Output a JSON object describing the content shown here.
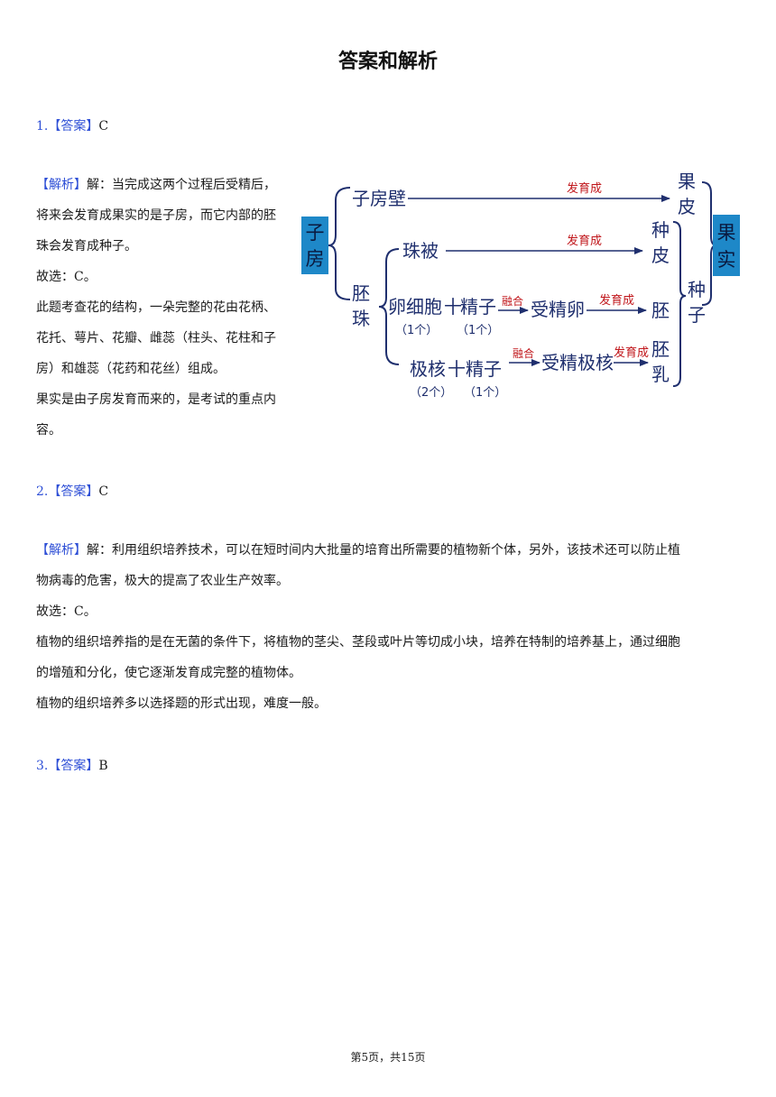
{
  "page": {
    "title": "答案和解析",
    "footer": "第5页，共15页"
  },
  "colors": {
    "label_blue": "#2e4fd6",
    "diagram_navy": "#1f2f6e",
    "diagram_red": "#c0161b",
    "diagram_accent": "#1e88c8"
  },
  "q1": {
    "number": "1.",
    "answer_tag": "【答案】",
    "answer": "C",
    "analysis_tag": "【解析】",
    "lines": [
      "解：当完成这两个过程后受精后，",
      "将来会发育成果实的是子房，而它内部的胚",
      "珠会发育成种子。",
      "故选：C。",
      "此题考查花的结构，一朵完整的花由花柄、",
      "花托、萼片、花瓣、雌蕊（柱头、花柱和子",
      "房）和雄蕊（花药和花丝）组成。",
      "果实是由子房发育而来的，是考试的重点内",
      "容。"
    ]
  },
  "diagram": {
    "zifang": [
      "子",
      "房"
    ],
    "zifangbi": "子房壁",
    "fayucheng": "发育成",
    "ronghe": "融合",
    "guopi": [
      "果",
      "皮"
    ],
    "guoshi": [
      "果",
      "实"
    ],
    "peizhu": [
      "胚",
      "珠"
    ],
    "zhubei": "珠被",
    "zhongpi": [
      "种",
      "皮"
    ],
    "zhongzi": [
      "种",
      "子"
    ],
    "luanxibao": "卵细胞",
    "plus": "十",
    "jingzi": "精子",
    "count_1": "（1个）",
    "count_2": "（2个）",
    "shoujingluan": "受精卵",
    "pei": "胚",
    "jihe": "极核",
    "shoujingjihe": "受精极核",
    "peiru": [
      "胚",
      "乳"
    ]
  },
  "q2": {
    "number": "2.",
    "answer_tag": "【答案】",
    "answer": "C",
    "analysis_tag": "【解析】",
    "lines": [
      "解：利用组织培养技术，可以在短时间内大批量的培育出所需要的植物新个体，另外，该技术还可以防止植",
      "物病毒的危害，极大的提高了农业生产效率。",
      "故选：C。",
      "植物的组织培养指的是在无菌的条件下，将植物的茎尖、茎段或叶片等切成小块，培养在特制的培养基上，通过细胞",
      "的增殖和分化，使它逐渐发育成完整的植物体。",
      "植物的组织培养多以选择题的形式出现，难度一般。"
    ]
  },
  "q3": {
    "number": "3.",
    "answer_tag": "【答案】",
    "answer": "B"
  }
}
